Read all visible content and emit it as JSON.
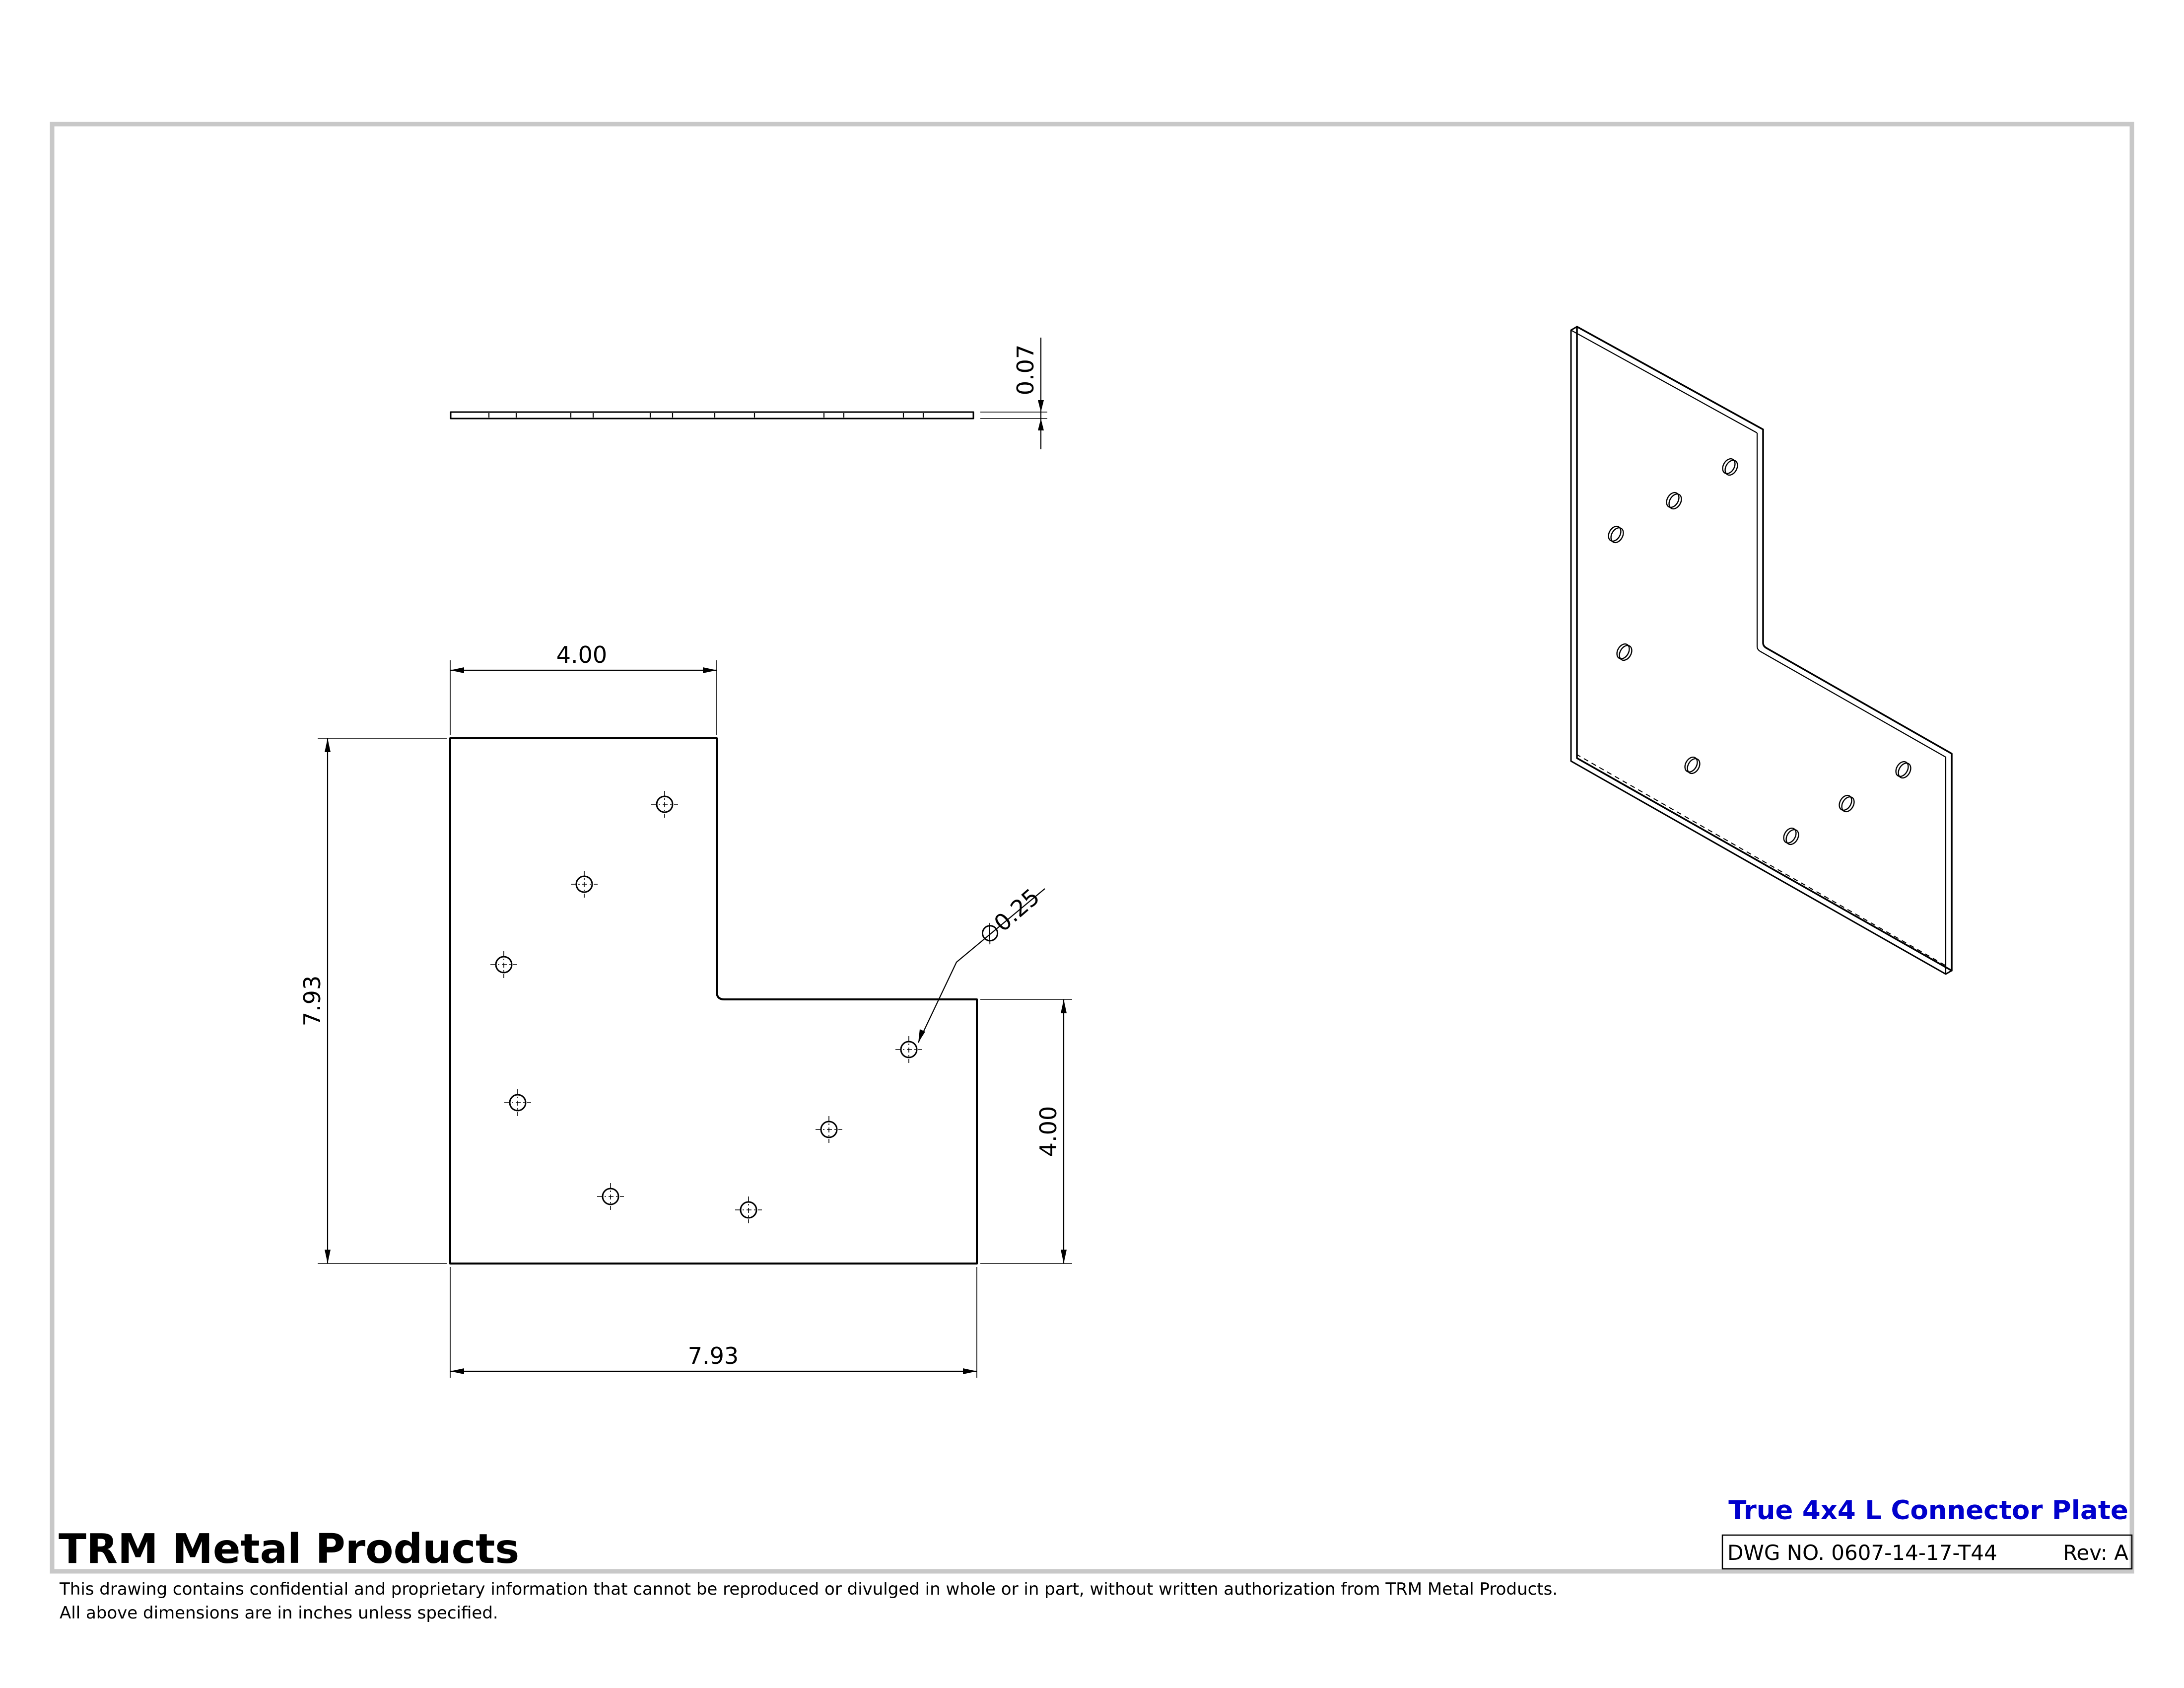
{
  "dimensions": {
    "thickness": "0.07",
    "top_width": "4.00",
    "overall_height": "7.93",
    "hole_diameter": "0.25",
    "right_height": "4.00",
    "overall_width": "7.93"
  },
  "title_block": {
    "company": "TRM Metal Products",
    "part_title": "True 4x4 L Connector Plate",
    "drawing_number": "DWG NO. 0607-14-17-T44",
    "revision": "Rev: A"
  },
  "notes": {
    "confidentiality": "This drawing contains confidential and proprietary information that cannot be reproduced or divulged in whole or in part, without written authorization from TRM Metal Products.",
    "units": "All above dimensions are in inches unless specified."
  },
  "colors": {
    "title": "#0000cc",
    "line": "#000000",
    "sheet_border": "#c8c8c8"
  }
}
